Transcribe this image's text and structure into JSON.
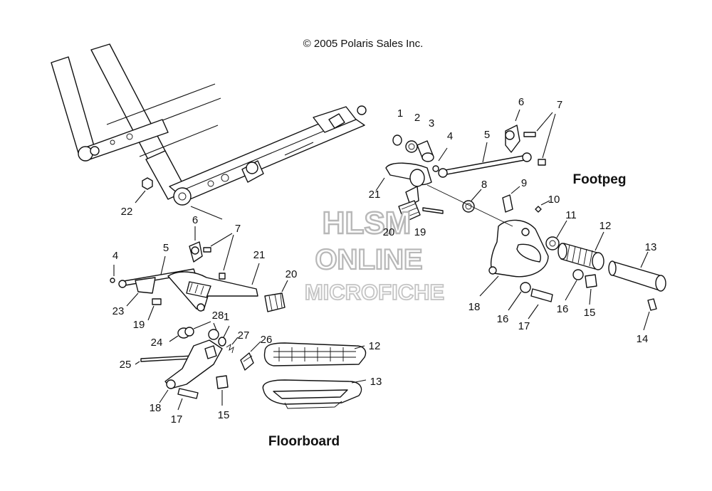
{
  "copyright": "© 2005 Polaris Sales Inc.",
  "sections": {
    "footpeg": "Footpeg",
    "floorboard": "Floorboard"
  },
  "watermark": {
    "line1": "HLSM",
    "line2": "ONLINE",
    "line3": "MICROFICHE"
  },
  "callouts": {
    "footpeg": [
      "1",
      "2",
      "3",
      "4",
      "5",
      "6",
      "7",
      "8",
      "9",
      "10",
      "11",
      "12",
      "13",
      "14",
      "15",
      "16",
      "16",
      "17",
      "18",
      "19",
      "20",
      "21"
    ],
    "frame": [
      "22"
    ],
    "floorboard_linkage": [
      "4",
      "5",
      "6",
      "7",
      "20",
      "21",
      "23",
      "19"
    ],
    "floorboard": [
      "1",
      "12",
      "13",
      "15",
      "17",
      "18",
      "24",
      "25",
      "26",
      "27",
      "28"
    ]
  }
}
